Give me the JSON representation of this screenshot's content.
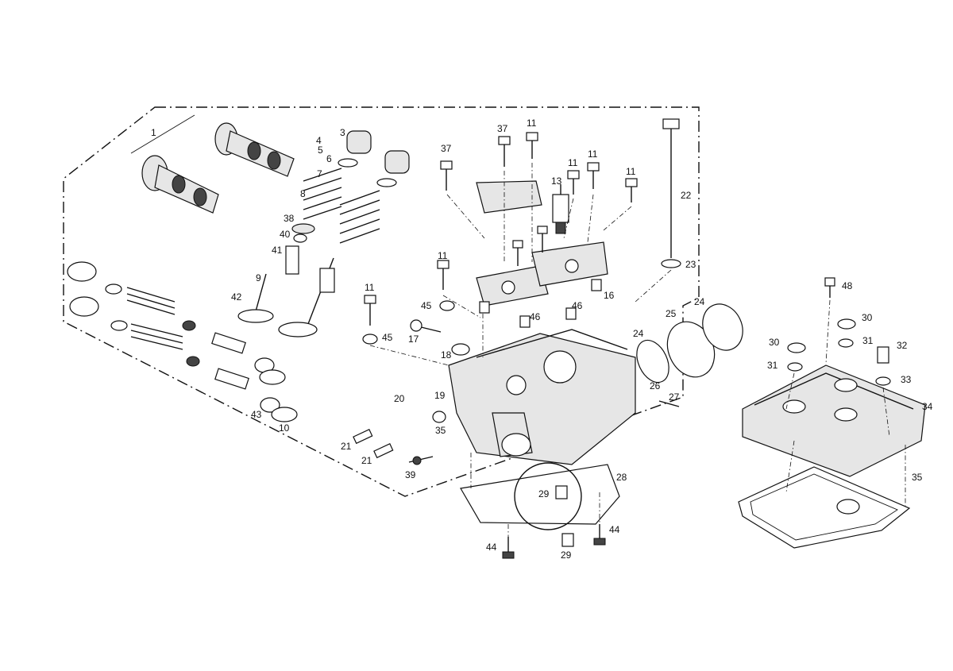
{
  "callouts": [
    {
      "id": "1"
    },
    {
      "id": "3"
    },
    {
      "id": "4"
    },
    {
      "id": "5"
    },
    {
      "id": "6"
    },
    {
      "id": "7"
    },
    {
      "id": "8"
    },
    {
      "id": "38"
    },
    {
      "id": "40"
    },
    {
      "id": "41"
    },
    {
      "id": "9"
    },
    {
      "id": "42"
    },
    {
      "id": "43"
    },
    {
      "id": "10"
    },
    {
      "id": "37"
    },
    {
      "id": "11"
    },
    {
      "id": "37"
    },
    {
      "id": "11"
    },
    {
      "id": "11"
    },
    {
      "id": "11"
    },
    {
      "id": "13"
    },
    {
      "id": "22"
    },
    {
      "id": "23"
    },
    {
      "id": "11"
    },
    {
      "id": "11"
    },
    {
      "id": "45"
    },
    {
      "id": "46"
    },
    {
      "id": "16"
    },
    {
      "id": "46"
    },
    {
      "id": "45"
    },
    {
      "id": "17"
    },
    {
      "id": "18"
    },
    {
      "id": "25"
    },
    {
      "id": "24"
    },
    {
      "id": "24"
    },
    {
      "id": "26"
    },
    {
      "id": "27"
    },
    {
      "id": "20"
    },
    {
      "id": "19"
    },
    {
      "id": "35"
    },
    {
      "id": "21"
    },
    {
      "id": "21"
    },
    {
      "id": "39"
    },
    {
      "id": "28"
    },
    {
      "id": "29"
    },
    {
      "id": "44"
    },
    {
      "id": "44"
    },
    {
      "id": "29"
    },
    {
      "id": "48"
    },
    {
      "id": "30"
    },
    {
      "id": "30"
    },
    {
      "id": "31"
    },
    {
      "id": "31"
    },
    {
      "id": "32"
    },
    {
      "id": "33"
    },
    {
      "id": "34"
    },
    {
      "id": "35"
    }
  ]
}
